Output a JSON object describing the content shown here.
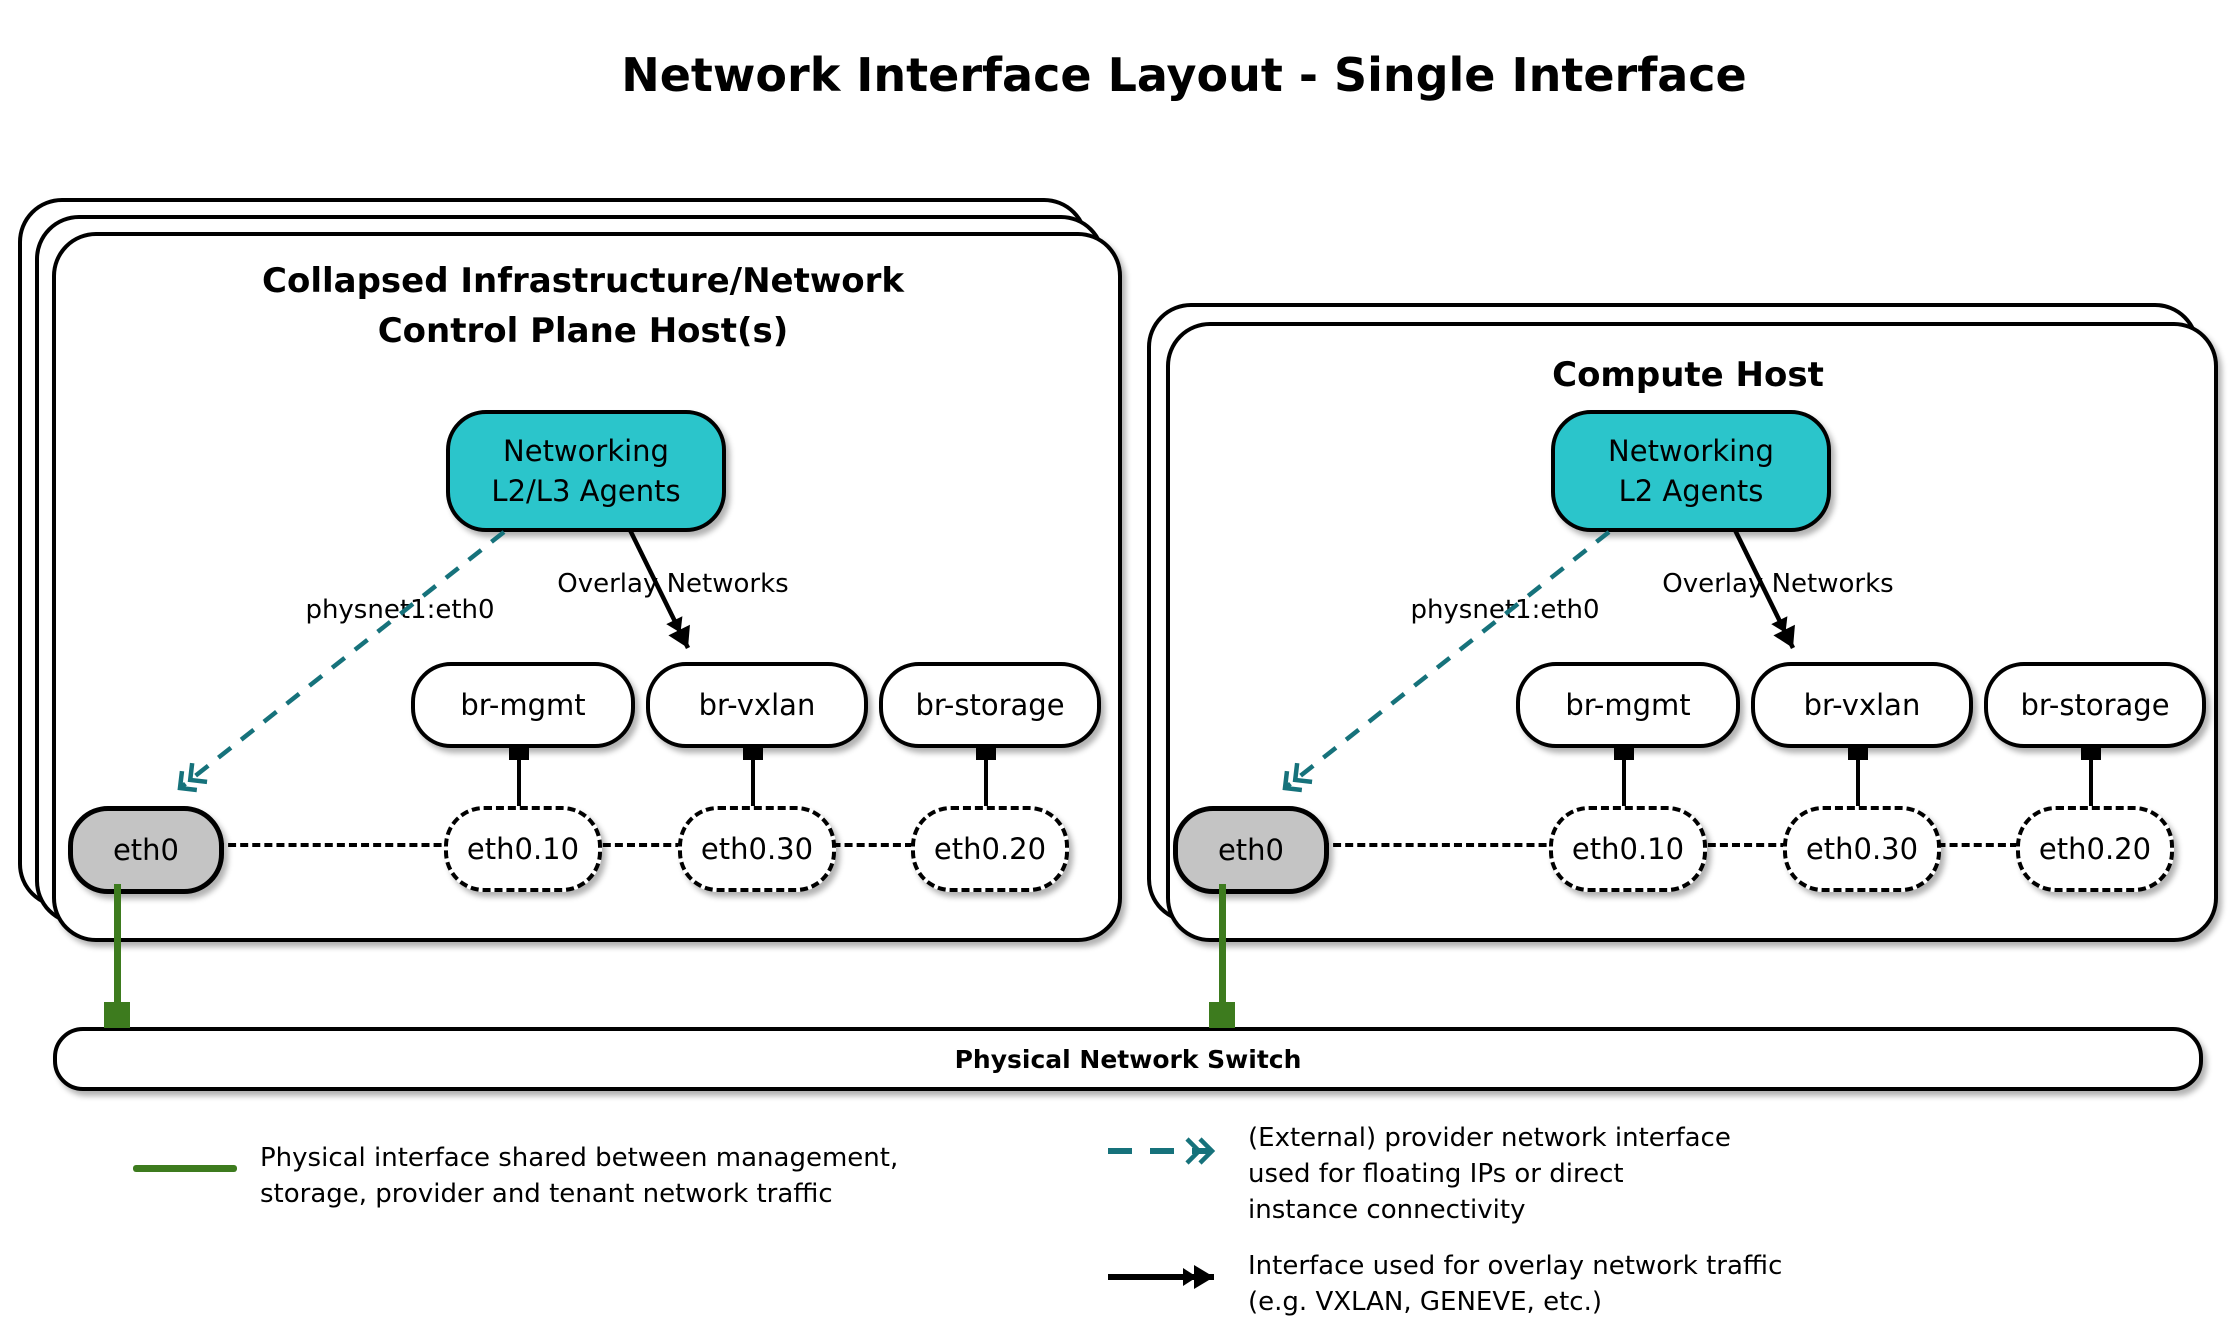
{
  "title": "Network Interface Layout - Single Interface",
  "hosts": [
    {
      "title_lines": [
        "Collapsed Infrastructure/Network",
        "Control Plane Host(s)"
      ],
      "agent_lines": [
        "Networking",
        "L2/L3 Agents"
      ],
      "provider_arrow_label": "physnet1:eth0",
      "overlay_arrow_label": "Overlay Networks",
      "bridges": [
        "br-mgmt",
        "br-vxlan",
        "br-storage"
      ],
      "physical_interface": "eth0",
      "vlan_interfaces": [
        "eth0.10",
        "eth0.30",
        "eth0.20"
      ]
    },
    {
      "title_lines": [
        "Compute Host"
      ],
      "agent_lines": [
        "Networking",
        "L2 Agents"
      ],
      "provider_arrow_label": "physnet1:eth0",
      "overlay_arrow_label": "Overlay Networks",
      "bridges": [
        "br-mgmt",
        "br-vxlan",
        "br-storage"
      ],
      "physical_interface": "eth0",
      "vlan_interfaces": [
        "eth0.10",
        "eth0.30",
        "eth0.20"
      ]
    }
  ],
  "switch": {
    "label": "Physical Network Switch"
  },
  "legend": [
    {
      "swatch": "green-solid-line",
      "lines": [
        "Physical interface shared between management,",
        "storage, provider and tenant network traffic"
      ]
    },
    {
      "swatch": "teal-dashed-arrow",
      "lines": [
        "(External) provider network interface",
        "used for floating IPs or direct",
        "instance connectivity"
      ]
    },
    {
      "swatch": "black-solid-arrow",
      "lines": [
        "Interface used for overlay network traffic",
        "(e.g. VXLAN, GENEVE, etc.)"
      ]
    }
  ],
  "colors": {
    "teal_fill": "#2bc5cb",
    "teal_arrow": "#16727b",
    "green": "#3d7b1e",
    "gray_fill": "#c4c4c4",
    "black": "#000000"
  }
}
